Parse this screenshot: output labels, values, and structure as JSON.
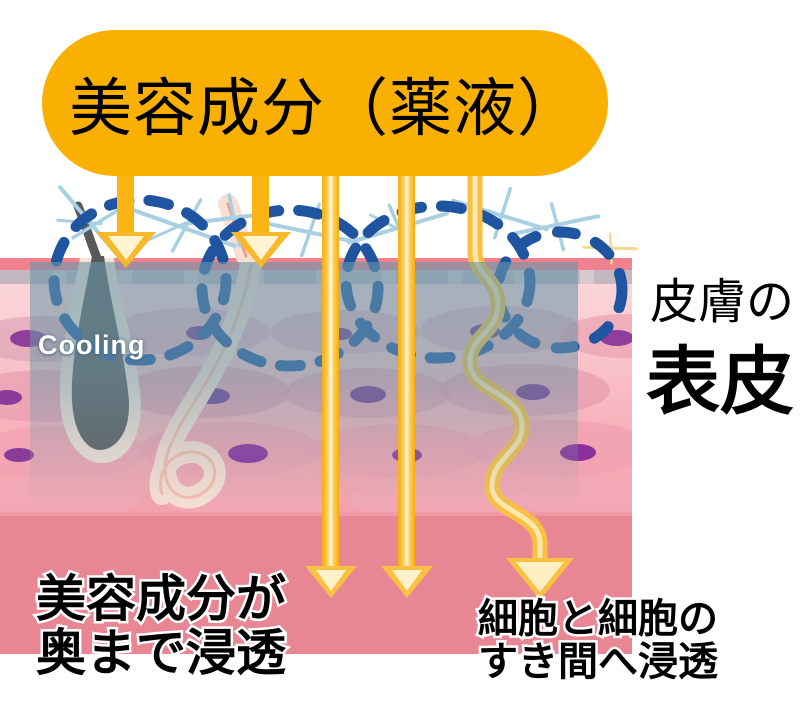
{
  "banner": {
    "label": "美容成分（薬液）",
    "color": "#f9b000",
    "text_color": "#000000"
  },
  "skin": {
    "cooling_label": "Cooling",
    "surface_color": "#f0828f",
    "epidermis_color": "#fbd0d4",
    "dermis_color": "#e88694",
    "cell_color": "#f39aa8",
    "nucleus_color": "#8f3f9b",
    "cooling_overlay_color": "#6896a8",
    "corneum_color": "#b9b3bd"
  },
  "labels": {
    "skin_small": "皮膚の",
    "skin_big": "表皮"
  },
  "captions": {
    "bottom_left_line1": "美容成分が",
    "bottom_left_line2": "奥まで浸透",
    "bottom_right_line1": "細胞と細胞の",
    "bottom_right_line2": "すき間へ浸透"
  },
  "arrows": {
    "color": "#fab515",
    "surface_arrow_count": 2,
    "deep_straight_count": 2,
    "wavy_count": 1
  },
  "icons": {
    "ice_crystal": "ice-crystal-icon",
    "cold_dash_ring": "cold-dash-ring-icon",
    "hair_follicle": "hair-follicle-icon",
    "sweat_gland": "sweat-gland-icon"
  }
}
